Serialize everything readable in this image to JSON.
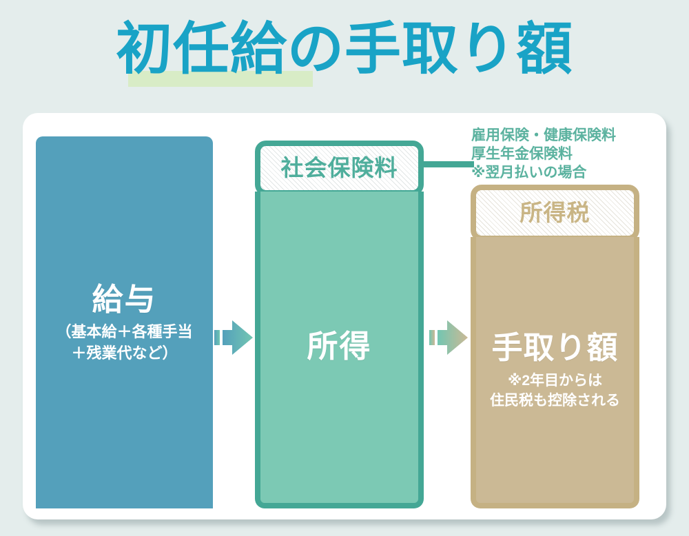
{
  "title": {
    "text": "初任給の手取り額",
    "color": "#19a3c6",
    "highlight_color": "#d8ecc6"
  },
  "background_color": "#e4edec",
  "card": {
    "background_color": "#ffffff"
  },
  "columns": {
    "salary": {
      "main_label": "給与",
      "sub_label": "（基本給＋各種手当\n＋残業代など）",
      "fill_color": "#54a0bb",
      "text_color": "#ffffff"
    },
    "income": {
      "insurance_label": "社会保険料",
      "insurance_text_color": "#4fae9c",
      "border_color": "#44a795",
      "main_label": "所得",
      "fill_color": "#7cc9b4",
      "text_color": "#ffffff"
    },
    "takehome": {
      "tax_label": "所得税",
      "tax_text_color": "#c9b585",
      "border_color": "#c5b183",
      "main_label": "手取り額",
      "sub_label": "※2年目からは\n住民税も控除される",
      "fill_color": "#cbb995",
      "text_color": "#ffffff"
    }
  },
  "annotations": {
    "insurance_note": "雇用保険・健康保険料\n厚生年金保険料\n※翌月払いの場合",
    "insurance_note_color": "#5bb29f"
  },
  "arrows": [
    {
      "name": "arrow-salary-to-income",
      "from_color": "#54a0bb",
      "to_color": "#7cc9b4"
    },
    {
      "name": "arrow-income-to-takehome",
      "from_color": "#7cc9b4",
      "to_color": "#cbb995"
    }
  ]
}
